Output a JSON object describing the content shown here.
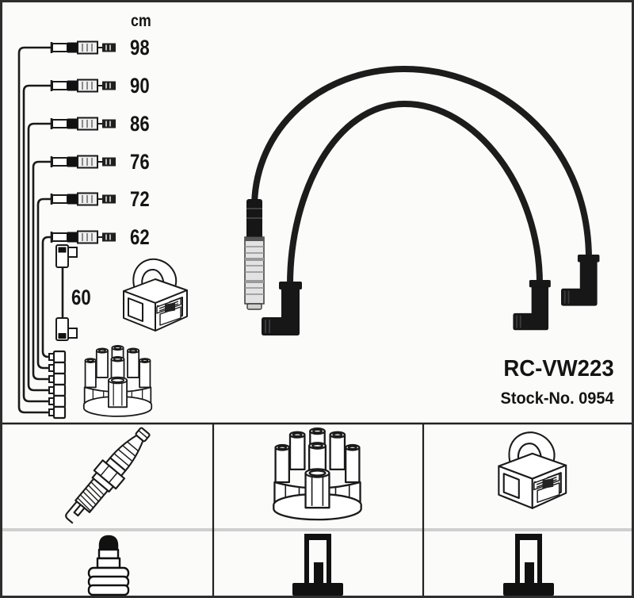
{
  "product": {
    "code": "RC-VW223",
    "stock_no": "Stock-No. 0954"
  },
  "length_table": {
    "unit": "cm",
    "rows": [
      {
        "length": "98"
      },
      {
        "length": "90"
      },
      {
        "length": "86"
      },
      {
        "length": "76"
      },
      {
        "length": "72"
      },
      {
        "length": "62"
      }
    ],
    "coil_wire_length": "60"
  },
  "drawings": {
    "legend_row_icon": "spark-plug-lead-with-connectors",
    "distributor_end_icon": "distributor-end-connector",
    "coil_wire_icon": "coil-wire-with-angled-connectors",
    "left_area": [
      "ignition-coil",
      "distributor-cap"
    ],
    "photo": "ignition-lead-set-two-cables"
  },
  "grid": {
    "cells": [
      {
        "row": 0,
        "col": 0,
        "icon": "spark-plug"
      },
      {
        "row": 0,
        "col": 1,
        "icon": "distributor-cap"
      },
      {
        "row": 0,
        "col": 2,
        "icon": "ignition-coil"
      },
      {
        "row": 1,
        "col": 0,
        "icon": "spark-plug-terminal-connector"
      },
      {
        "row": 1,
        "col": 1,
        "icon": "socket-connector-silhouette"
      },
      {
        "row": 1,
        "col": 2,
        "icon": "socket-connector-silhouette"
      }
    ]
  },
  "colors": {
    "line": "#1a1a1a",
    "background": "#fbfbfa",
    "frame": "#2e2e2e",
    "grid_separator_light": "#cfcfcf",
    "cable": "#1c1c1c",
    "metal_connector": "#e2e2e2"
  }
}
